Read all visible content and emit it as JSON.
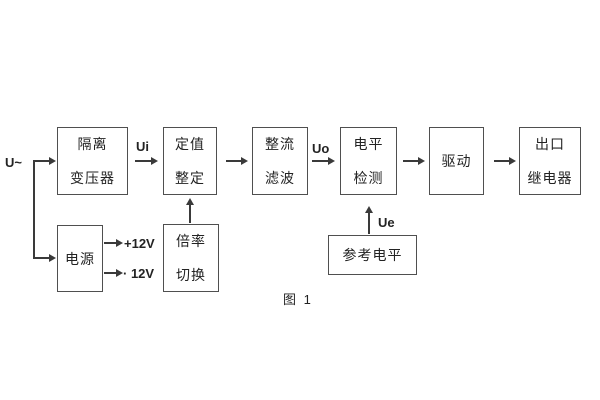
{
  "figure": {
    "caption": "图 1"
  },
  "colors": {
    "bg": "#ffffff",
    "line": "#3a3a3a",
    "border": "#4f4f4f",
    "text": "#232323"
  },
  "labels": {
    "input": "U~",
    "ui": "Ui",
    "uo": "Uo",
    "ue": "Ue",
    "plus_12v": "+12V",
    "minus_12v": "· 12V"
  },
  "blocks": {
    "isolation_transformer": {
      "line1": "隔离",
      "line2": "变压器"
    },
    "value_setting": {
      "line1": "定值",
      "line2": "整定"
    },
    "rectifier_filter": {
      "line1": "整流",
      "line2": "滤波"
    },
    "level_detection": {
      "line1": "电平",
      "line2": "检测"
    },
    "driver": {
      "label": "驱动"
    },
    "output_relay": {
      "line1": "出口",
      "line2": "继电器"
    },
    "power_supply": {
      "label": "电源"
    },
    "ratio_switch": {
      "line1": "倍率",
      "line2": "切换"
    },
    "reference_level": {
      "label": "参考电平"
    }
  }
}
